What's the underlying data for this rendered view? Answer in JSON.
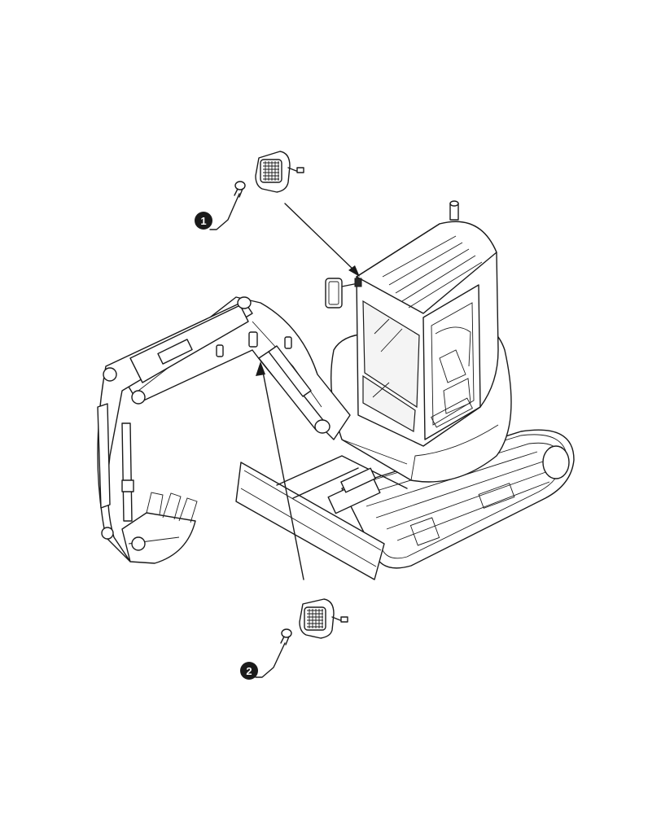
{
  "callouts": [
    {
      "number": "1",
      "part": "work-light-cab"
    },
    {
      "number": "2",
      "part": "work-light-boom"
    }
  ],
  "colors": {
    "line": "#1a1a1a",
    "background": "#ffffff",
    "callout_fill": "#1a1a1a"
  }
}
